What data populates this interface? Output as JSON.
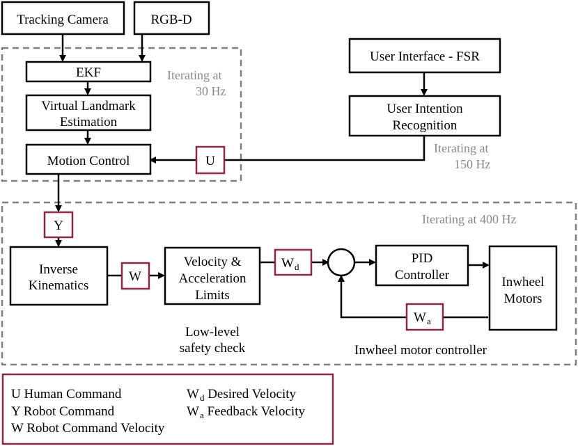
{
  "blocks": {
    "tracking_camera": "Tracking Camera",
    "rgbd": "RGB-D",
    "ekf": "EKF",
    "landmark_l1": "Virtual Landmark",
    "landmark_l2": "Estimation",
    "motion_control": "Motion Control",
    "user_interface": "User Interface - FSR",
    "intention_l1": "User Intention",
    "intention_l2": "Recognition",
    "ik_l1": "Inverse",
    "ik_l2": "Kinematics",
    "vel_l1": "Velocity &",
    "vel_l2": "Acceleration",
    "vel_l3": "Limits",
    "pid_l1": "PID",
    "pid_l2": "Controller",
    "motors_l1": "Inwheel",
    "motors_l2": "Motors"
  },
  "signals": {
    "u": "U",
    "y": "Y",
    "w": "W",
    "wd_main": "W",
    "wd_sub": "d",
    "wa_main": "W",
    "wa_sub": "a"
  },
  "annotations": {
    "rate30_l1": "Iterating at",
    "rate30_l2": "30 Hz",
    "rate150_l1": "Iterating at",
    "rate150_l2": "150 Hz",
    "rate400": "Iterating at 400 Hz",
    "safety_l1": "Low-level",
    "safety_l2": "safety check",
    "motor_ctrl": "Inwheel motor controller"
  },
  "legend": {
    "u": "U Human Command",
    "y": "Y Robot Command",
    "w": "W Robot Command Velocity",
    "wd_main": "W",
    "wd_sub": "d",
    "wd_text": " Desired Velocity",
    "wa_main": "W",
    "wa_sub": "a",
    "wa_text": " Feedback Velocity"
  },
  "colors": {
    "signal_box": "#8b2740",
    "rate_text": "#8a8a8a",
    "dashed_border": "#808080"
  }
}
